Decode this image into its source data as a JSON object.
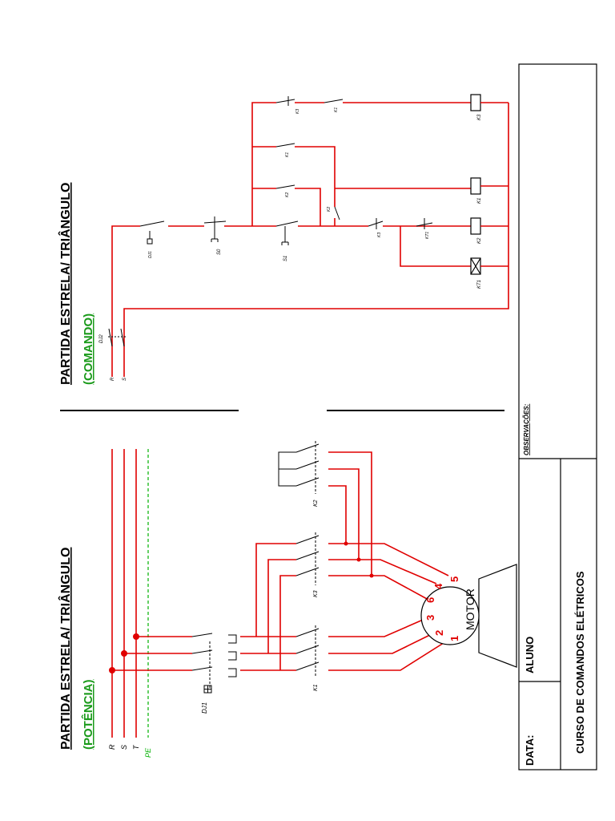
{
  "power": {
    "title": "PARTIDA ESTRELA/ TRIÂNGULO",
    "subtitle": "(POTÊNCIA)",
    "lines": [
      "R",
      "S",
      "T",
      "PE"
    ],
    "breaker": "DJ1",
    "contactors": [
      "K1",
      "K3",
      "K2"
    ],
    "motor": "MOTOR",
    "terminals": [
      "1",
      "2",
      "3",
      "6",
      "4",
      "5"
    ]
  },
  "command": {
    "title": "PARTIDA ESTRELA/ TRIÂNGULO",
    "subtitle": "(COMANDO)",
    "lines": [
      "R",
      "S"
    ],
    "breaker": "DJ2",
    "labels": {
      "dj1": "DJ1",
      "s0": "S0",
      "s1": "S1",
      "k3_contact_top": "K3",
      "k1_contact_top": "K1",
      "k1_hold": "K1",
      "k2_contact": "K2",
      "k2_nc": "K2",
      "k3_nc": "K3",
      "kt1_contact": "KT1"
    },
    "coils": [
      "K3",
      "K1",
      "K2",
      "KT1"
    ]
  },
  "titleblock": {
    "date_label": "DATA:",
    "student_label": "ALUNO",
    "course": "CURSO DE COMANDOS ELÉTRICOS",
    "notes_label": "OBSERVAÇÕES:"
  },
  "colors": {
    "wire": "#e00000",
    "ground": "#00b000",
    "title_green": "#1a9a1a",
    "ink": "#000000"
  }
}
